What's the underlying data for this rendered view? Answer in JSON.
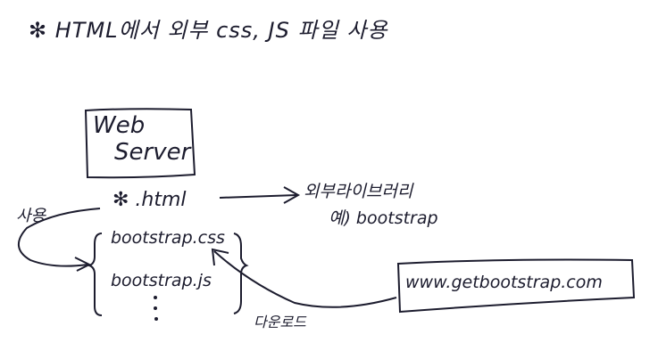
{
  "title": "✻  HTML에서  외부 css, JS 파일 사용",
  "web_server": {
    "line1": "Web",
    "line2": "Server"
  },
  "html_file": "✻ .html",
  "library": {
    "label": "외부라이브러리",
    "example": "예) bootstrap"
  },
  "files": {
    "css": "bootstrap.css",
    "js": "bootstrap.js"
  },
  "use_label": "사용",
  "download_label": "다운로드",
  "url": "www.getbootstrap.com",
  "ink_color": "#1c1c2e"
}
